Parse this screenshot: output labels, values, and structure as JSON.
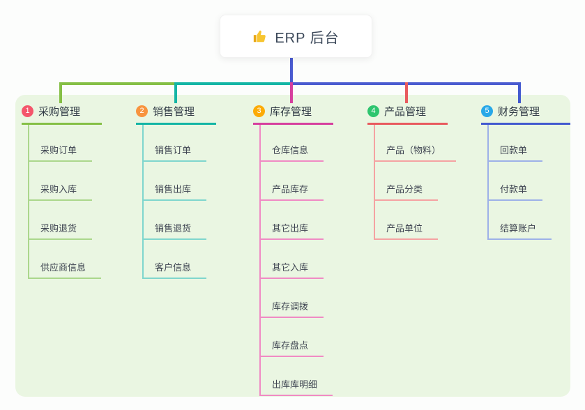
{
  "root": {
    "label": "ERP 后台",
    "icon": "thumbs-up-icon"
  },
  "branches": [
    {
      "index": "1",
      "label": "采购管理",
      "badge_color": "#f4566b",
      "line_color": "#85bf45",
      "child_line_color": "#abd78c",
      "children": [
        "采购订单",
        "采购入库",
        "采购退货",
        "供应商信息"
      ]
    },
    {
      "index": "2",
      "label": "销售管理",
      "badge_color": "#f8943f",
      "line_color": "#14b5a5",
      "child_line_color": "#7fd6cd",
      "children": [
        "销售订单",
        "销售出库",
        "销售退货",
        "客户信息"
      ]
    },
    {
      "index": "3",
      "label": "库存管理",
      "badge_color": "#fcab07",
      "line_color": "#d63f9e",
      "child_line_color": "#f08ac4",
      "children": [
        "仓库信息",
        "产品库存",
        "其它出库",
        "其它入库",
        "库存调拨",
        "库存盘点",
        "出库库明细"
      ]
    },
    {
      "index": "4",
      "label": "产品管理",
      "badge_color": "#2ec56f",
      "line_color": "#e85a5e",
      "child_line_color": "#f5a2a2",
      "children": [
        "产品（物料）",
        "产品分类",
        "产品单位"
      ]
    },
    {
      "index": "5",
      "label": "财务管理",
      "badge_color": "#28a8e8",
      "line_color": "#4259cf",
      "child_line_color": "#9db1e8",
      "children": [
        "回款单",
        "付款单",
        "结算账户"
      ]
    }
  ],
  "colors": {
    "panel_bg": "#eaf6e2",
    "root_line": "#4a5bd0",
    "bus_segments": [
      "#85bf45",
      "#14b5a5",
      "#4a5bd0"
    ],
    "icon_color": "#f5b40f"
  }
}
